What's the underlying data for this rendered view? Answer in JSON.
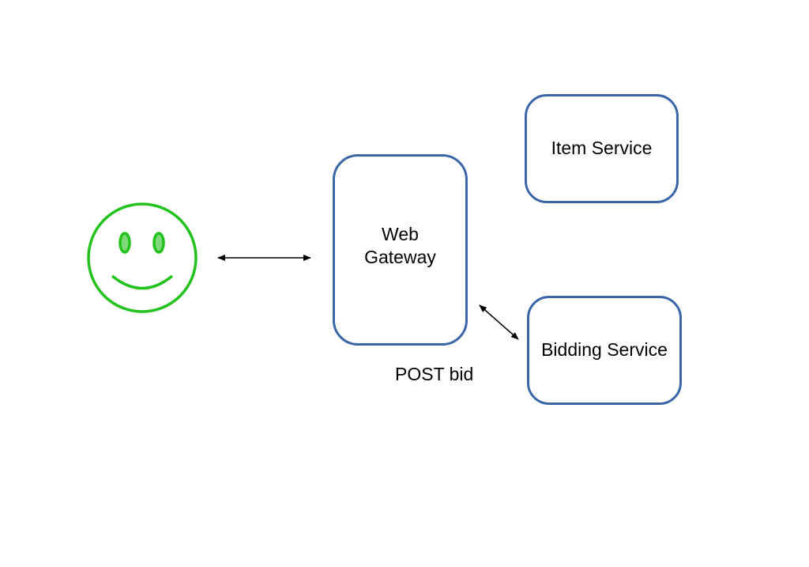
{
  "diagram": {
    "nodes": {
      "web_gateway": {
        "line1": "Web",
        "line2": "Gateway"
      },
      "item_service": {
        "label": "Item Service"
      },
      "bidding_service": {
        "label": "Bidding Service"
      }
    },
    "edges": {
      "gateway_to_bidding": {
        "label": "POST bid"
      }
    },
    "actor": {
      "icon": "smiley-face-icon",
      "color": "#22c21c",
      "eye_fill": "#7fd97a"
    },
    "colors": {
      "box_border": "#3a66a7",
      "arrow": "#000000"
    }
  }
}
